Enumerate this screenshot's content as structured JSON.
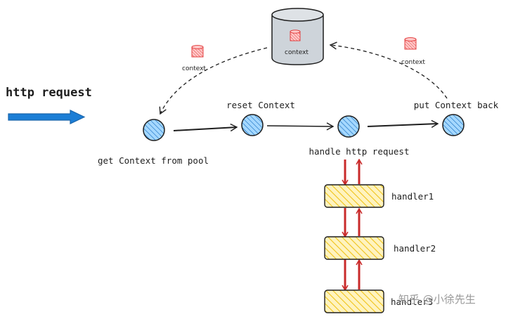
{
  "title": "http request",
  "storage": {
    "label": "context"
  },
  "side_icons": {
    "left_label": "context",
    "right_label": "context"
  },
  "steps": {
    "get": "get Context from pool",
    "reset": "reset Context",
    "handle": "handle http request",
    "put": "put Context back"
  },
  "handlers": [
    "handler1",
    "handler2",
    "handler3"
  ],
  "watermark": "知乎 @小徐先生",
  "colors": {
    "node_fill": "#a5d8ff",
    "node_stroke": "#1e1e1e",
    "handler_fill": "#ffec99",
    "handler_hatch": "#f0c419",
    "db_fill": "#ced4da",
    "db_icon": "#e03131",
    "request_arrow": "#1c7ed6",
    "vertical_arrows": "#c92a2a"
  }
}
